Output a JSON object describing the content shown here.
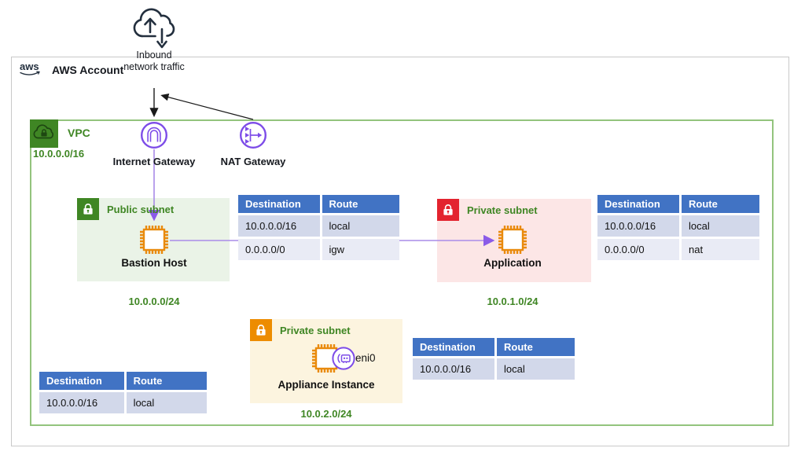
{
  "account": {
    "logo": "aws",
    "label": "AWS Account"
  },
  "cloud": {
    "label": "Inbound network traffic"
  },
  "vpc": {
    "label": "VPC",
    "cidr": "10.0.0.0/16"
  },
  "gateways": {
    "igw": {
      "label": "Internet Gateway"
    },
    "nat": {
      "label": "NAT Gateway"
    }
  },
  "subnets": {
    "public": {
      "label": "Public subnet",
      "instance": "Bastion Host",
      "cidr": "10.0.0.0/24"
    },
    "app": {
      "label": "Private subnet",
      "instance": "Application",
      "cidr": "10.0.1.0/24"
    },
    "appliance": {
      "label": "Private subnet",
      "instance": "Appliance Instance",
      "cidr": "10.0.2.0/24",
      "eni": "eni0"
    }
  },
  "route_tables": {
    "public": {
      "headers": [
        "Destination",
        "Route"
      ],
      "rows": [
        [
          "10.0.0.0/16",
          "local"
        ],
        [
          "0.0.0.0/0",
          "igw"
        ]
      ]
    },
    "app": {
      "headers": [
        "Destination",
        "Route"
      ],
      "rows": [
        [
          "10.0.0.0/16",
          "local"
        ],
        [
          "0.0.0.0/0",
          "nat"
        ]
      ]
    },
    "appliance": {
      "headers": [
        "Destination",
        "Route"
      ],
      "rows": [
        [
          "10.0.0.0/16",
          "local"
        ]
      ]
    },
    "vpc": {
      "headers": [
        "Destination",
        "Route"
      ],
      "rows": [
        [
          "10.0.0.0/16",
          "local"
        ]
      ]
    }
  },
  "colors": {
    "table_header": "#4173C4",
    "table_row_odd": "#D2D8EA",
    "table_row_even": "#E9EBF5",
    "green_label": "#3F8624",
    "vpc_border": "#93C47D",
    "public_icon": "#3F8624",
    "private_red_icon": "#E3242F",
    "private_orange_icon": "#ED8C00",
    "chip_orange": "#E98A0D",
    "gateway_purple": "#7D4CE8",
    "connector_purple": "#A98BE8",
    "dark_navy": "#232F3E"
  }
}
